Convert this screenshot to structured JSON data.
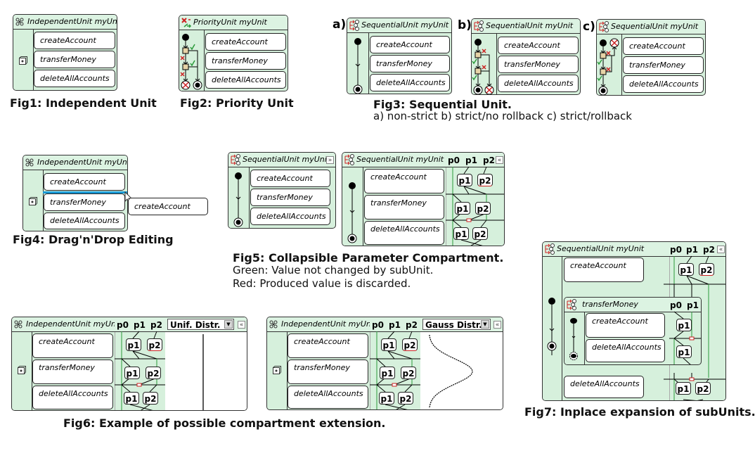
{
  "operations": [
    "createAccount",
    "transferMoney",
    "deleteAllAccounts"
  ],
  "colors": {
    "unit_bg": "#d6f0dc",
    "green": "#2a9a3a",
    "red": "#cc2222",
    "drag_line": "#1a9ad6"
  },
  "fig1": {
    "title": "IndependentUnit myUnit",
    "caption": "Fig1: Independent Unit",
    "header_icon": "independent-unit-icon",
    "gutter_icon": "dice-icon"
  },
  "fig2": {
    "title": "PriorityUnit myUnit",
    "caption": "Fig2: Priority Unit",
    "header_icon": "priority-unit-icon"
  },
  "fig3": {
    "caption": "Fig3: Sequential Unit.",
    "subcaption": "a) non-strict b) strict/no rollback c) strict/rollback",
    "variants": [
      {
        "label": "a)",
        "title": "SequentialUnit  myUnit"
      },
      {
        "label": "b)",
        "title": "SequentialUnit  myUnit"
      },
      {
        "label": "c)",
        "title": "SequentialUnit  myUnit"
      }
    ]
  },
  "fig4": {
    "title": "IndependentUnit myUnit",
    "caption": "Fig4: Drag'n'Drop Editing",
    "dragged_item": "createAccount"
  },
  "fig5": {
    "collapsed_title": "SequentialUnit  myUnit",
    "expanded_title": "SequentialUnit  myUnit",
    "params": [
      "p0",
      "p1",
      "p2"
    ],
    "sub_params": [
      "p1",
      "p2"
    ],
    "caption": "Fig5: Collapsible Parameter Compartment.",
    "legend_green": "Green: Value not changed by subUnit.",
    "legend_red": "Red: Produced value is discarded.",
    "expand_glyph": "»",
    "collapse_glyph": "«"
  },
  "fig6": {
    "caption": "Fig6: Example of possible compartment extension.",
    "left": {
      "title": "IndependentUnit myUnit",
      "select_value": "Unif. Distr."
    },
    "right": {
      "title": "IndependentUnit myUnit",
      "select_value": "Gauss Distr."
    },
    "params": [
      "p0",
      "p1",
      "p2"
    ],
    "sub_params": [
      "p1",
      "p2"
    ],
    "dropdown_glyph": "▼",
    "collapse_glyph": "«"
  },
  "fig7": {
    "title": "SequentialUnit  myUnit",
    "params": [
      "p0",
      "p1",
      "p2"
    ],
    "nested": {
      "title": "transferMoney",
      "params": [
        "p0",
        "p1"
      ],
      "operations": [
        "createAccount",
        "deleteAllAccounts"
      ]
    },
    "operations": [
      "createAccount",
      "deleteAllAccounts"
    ],
    "sub_params": [
      "p1",
      "p2"
    ],
    "caption": "Fig7: Inplace expansion of subUnits.",
    "collapse_glyph": "«"
  }
}
